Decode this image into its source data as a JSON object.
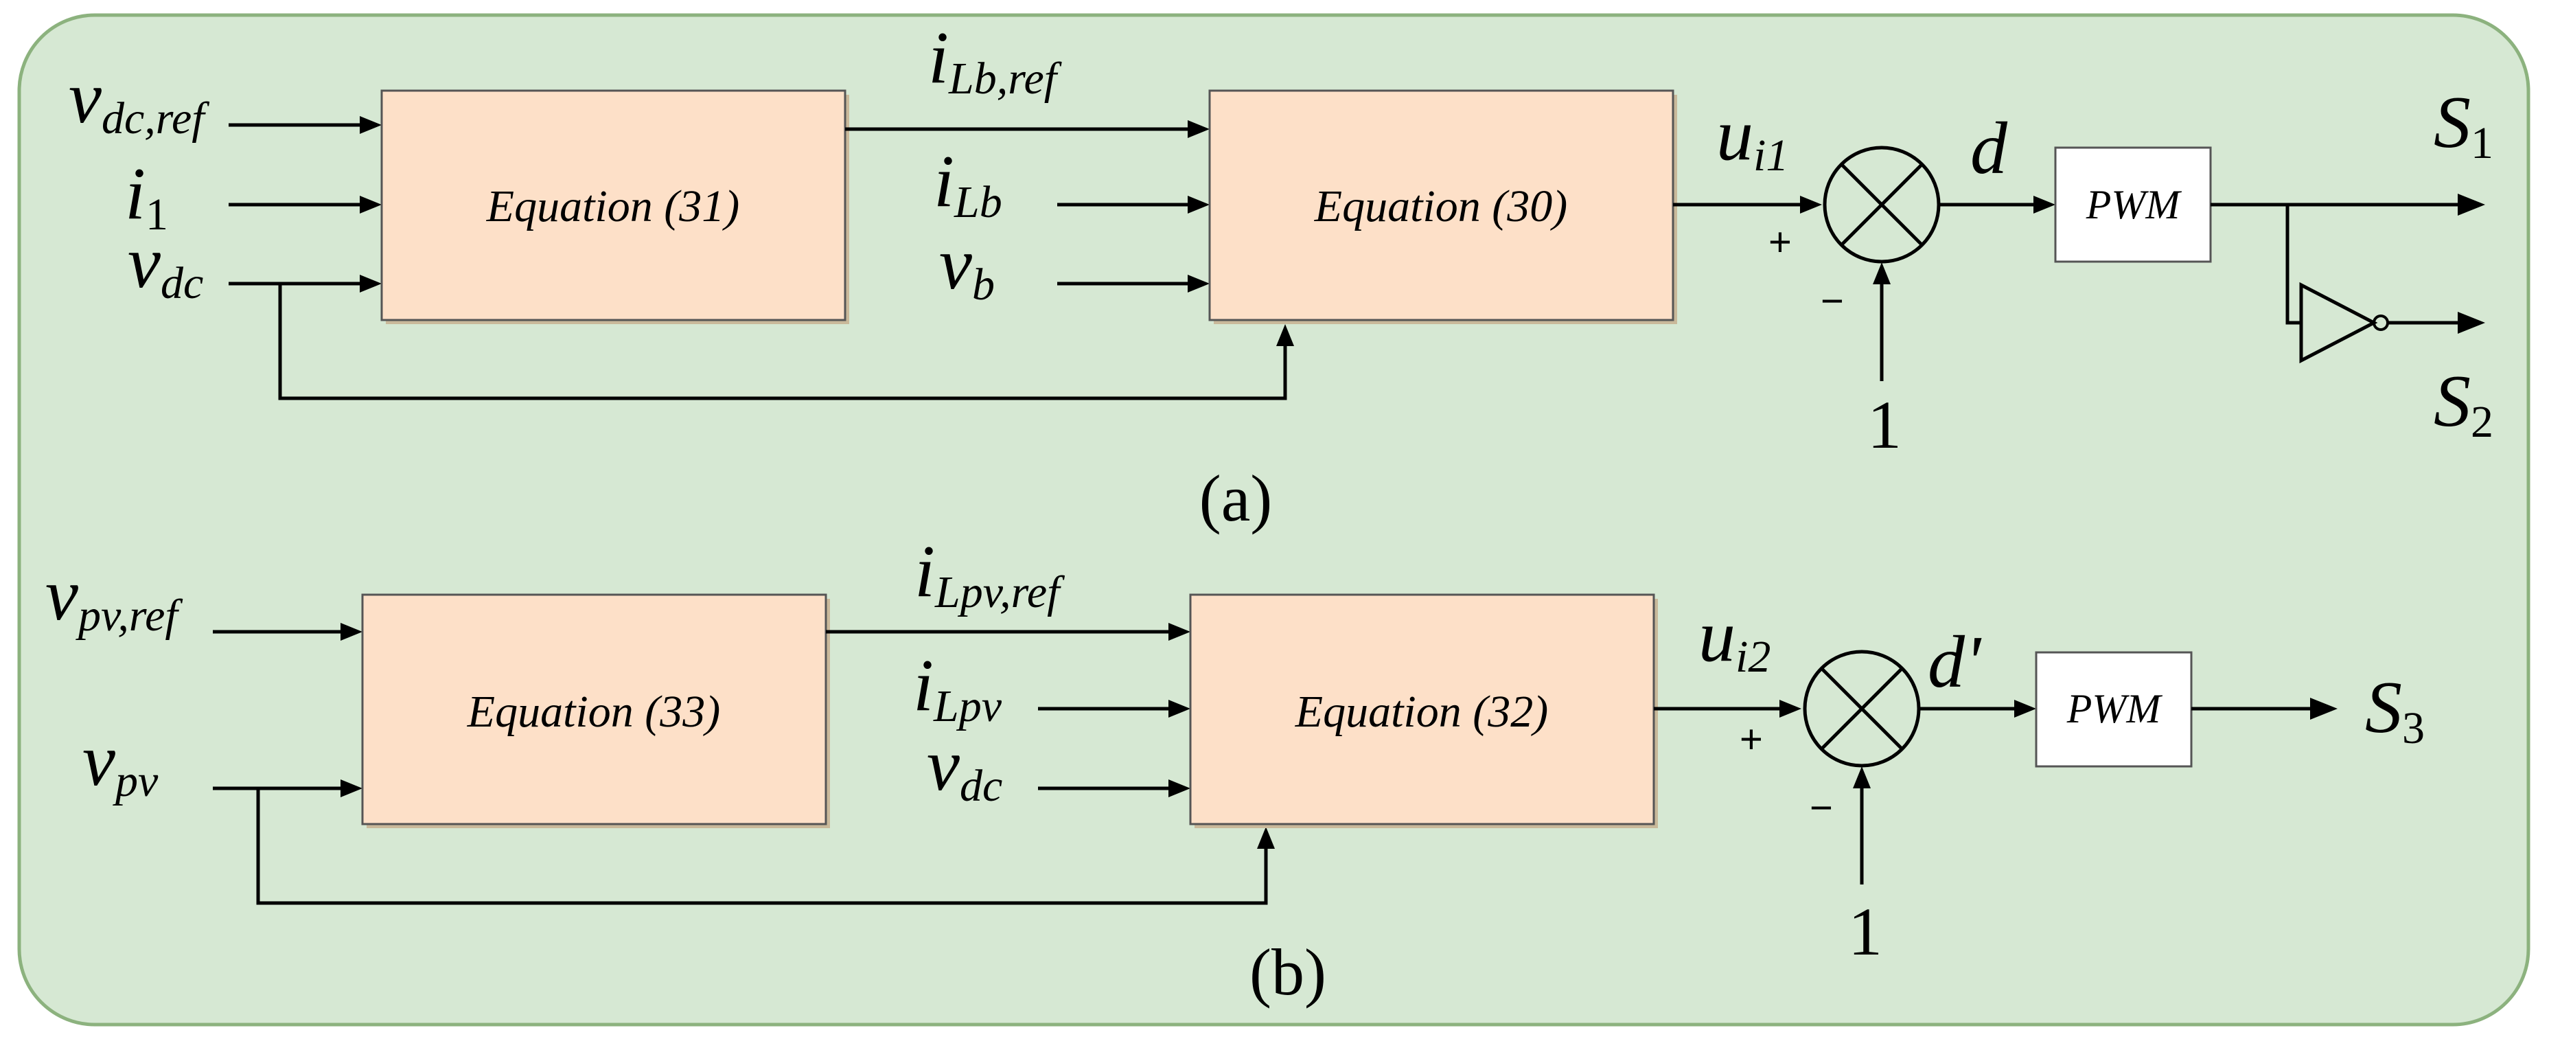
{
  "part_a": {
    "caption": "(a)",
    "inputs": {
      "vdcref": {
        "main": "v",
        "sub": "dc,ref"
      },
      "i1": {
        "main": "i",
        "sub": "1"
      },
      "vdc": {
        "main": "v",
        "sub": "dc"
      }
    },
    "block1": "Equation (31)",
    "block2": "Equation (30)",
    "mid_ref": {
      "main": "i",
      "sub": "Lb,ref"
    },
    "mid_i": {
      "main": "i",
      "sub": "Lb"
    },
    "mid_v": {
      "main": "v",
      "sub": "b"
    },
    "u": {
      "main": "u",
      "sub": "i1"
    },
    "plus": "+",
    "minus": "−",
    "one": "1",
    "d": "d",
    "pwm": "PWM",
    "s1": {
      "main": "S",
      "sub": "1"
    },
    "s2": {
      "main": "S",
      "sub": "2"
    }
  },
  "part_b": {
    "caption": "(b)",
    "inputs": {
      "vpvref": {
        "main": "v",
        "sub": "pv,ref"
      },
      "vpv": {
        "main": "v",
        "sub": "pv"
      }
    },
    "block1": "Equation (33)",
    "block2": "Equation (32)",
    "mid_ref": {
      "main": "i",
      "sub": "Lpv,ref"
    },
    "mid_i": {
      "main": "i",
      "sub": "Lpv"
    },
    "mid_v": {
      "main": "v",
      "sub": "dc"
    },
    "u": {
      "main": "u",
      "sub": "i2"
    },
    "plus": "+",
    "minus": "−",
    "one": "1",
    "d": "d'",
    "pwm": "PWM",
    "s3": {
      "main": "S",
      "sub": "3"
    }
  },
  "colors": {
    "panel_fill": "#d6e8d3",
    "panel_stroke": "#8cb27e",
    "block_fill": "#fde0c8",
    "block_shadow": "#c9b99a",
    "pwm_fill": "#ffffff"
  }
}
